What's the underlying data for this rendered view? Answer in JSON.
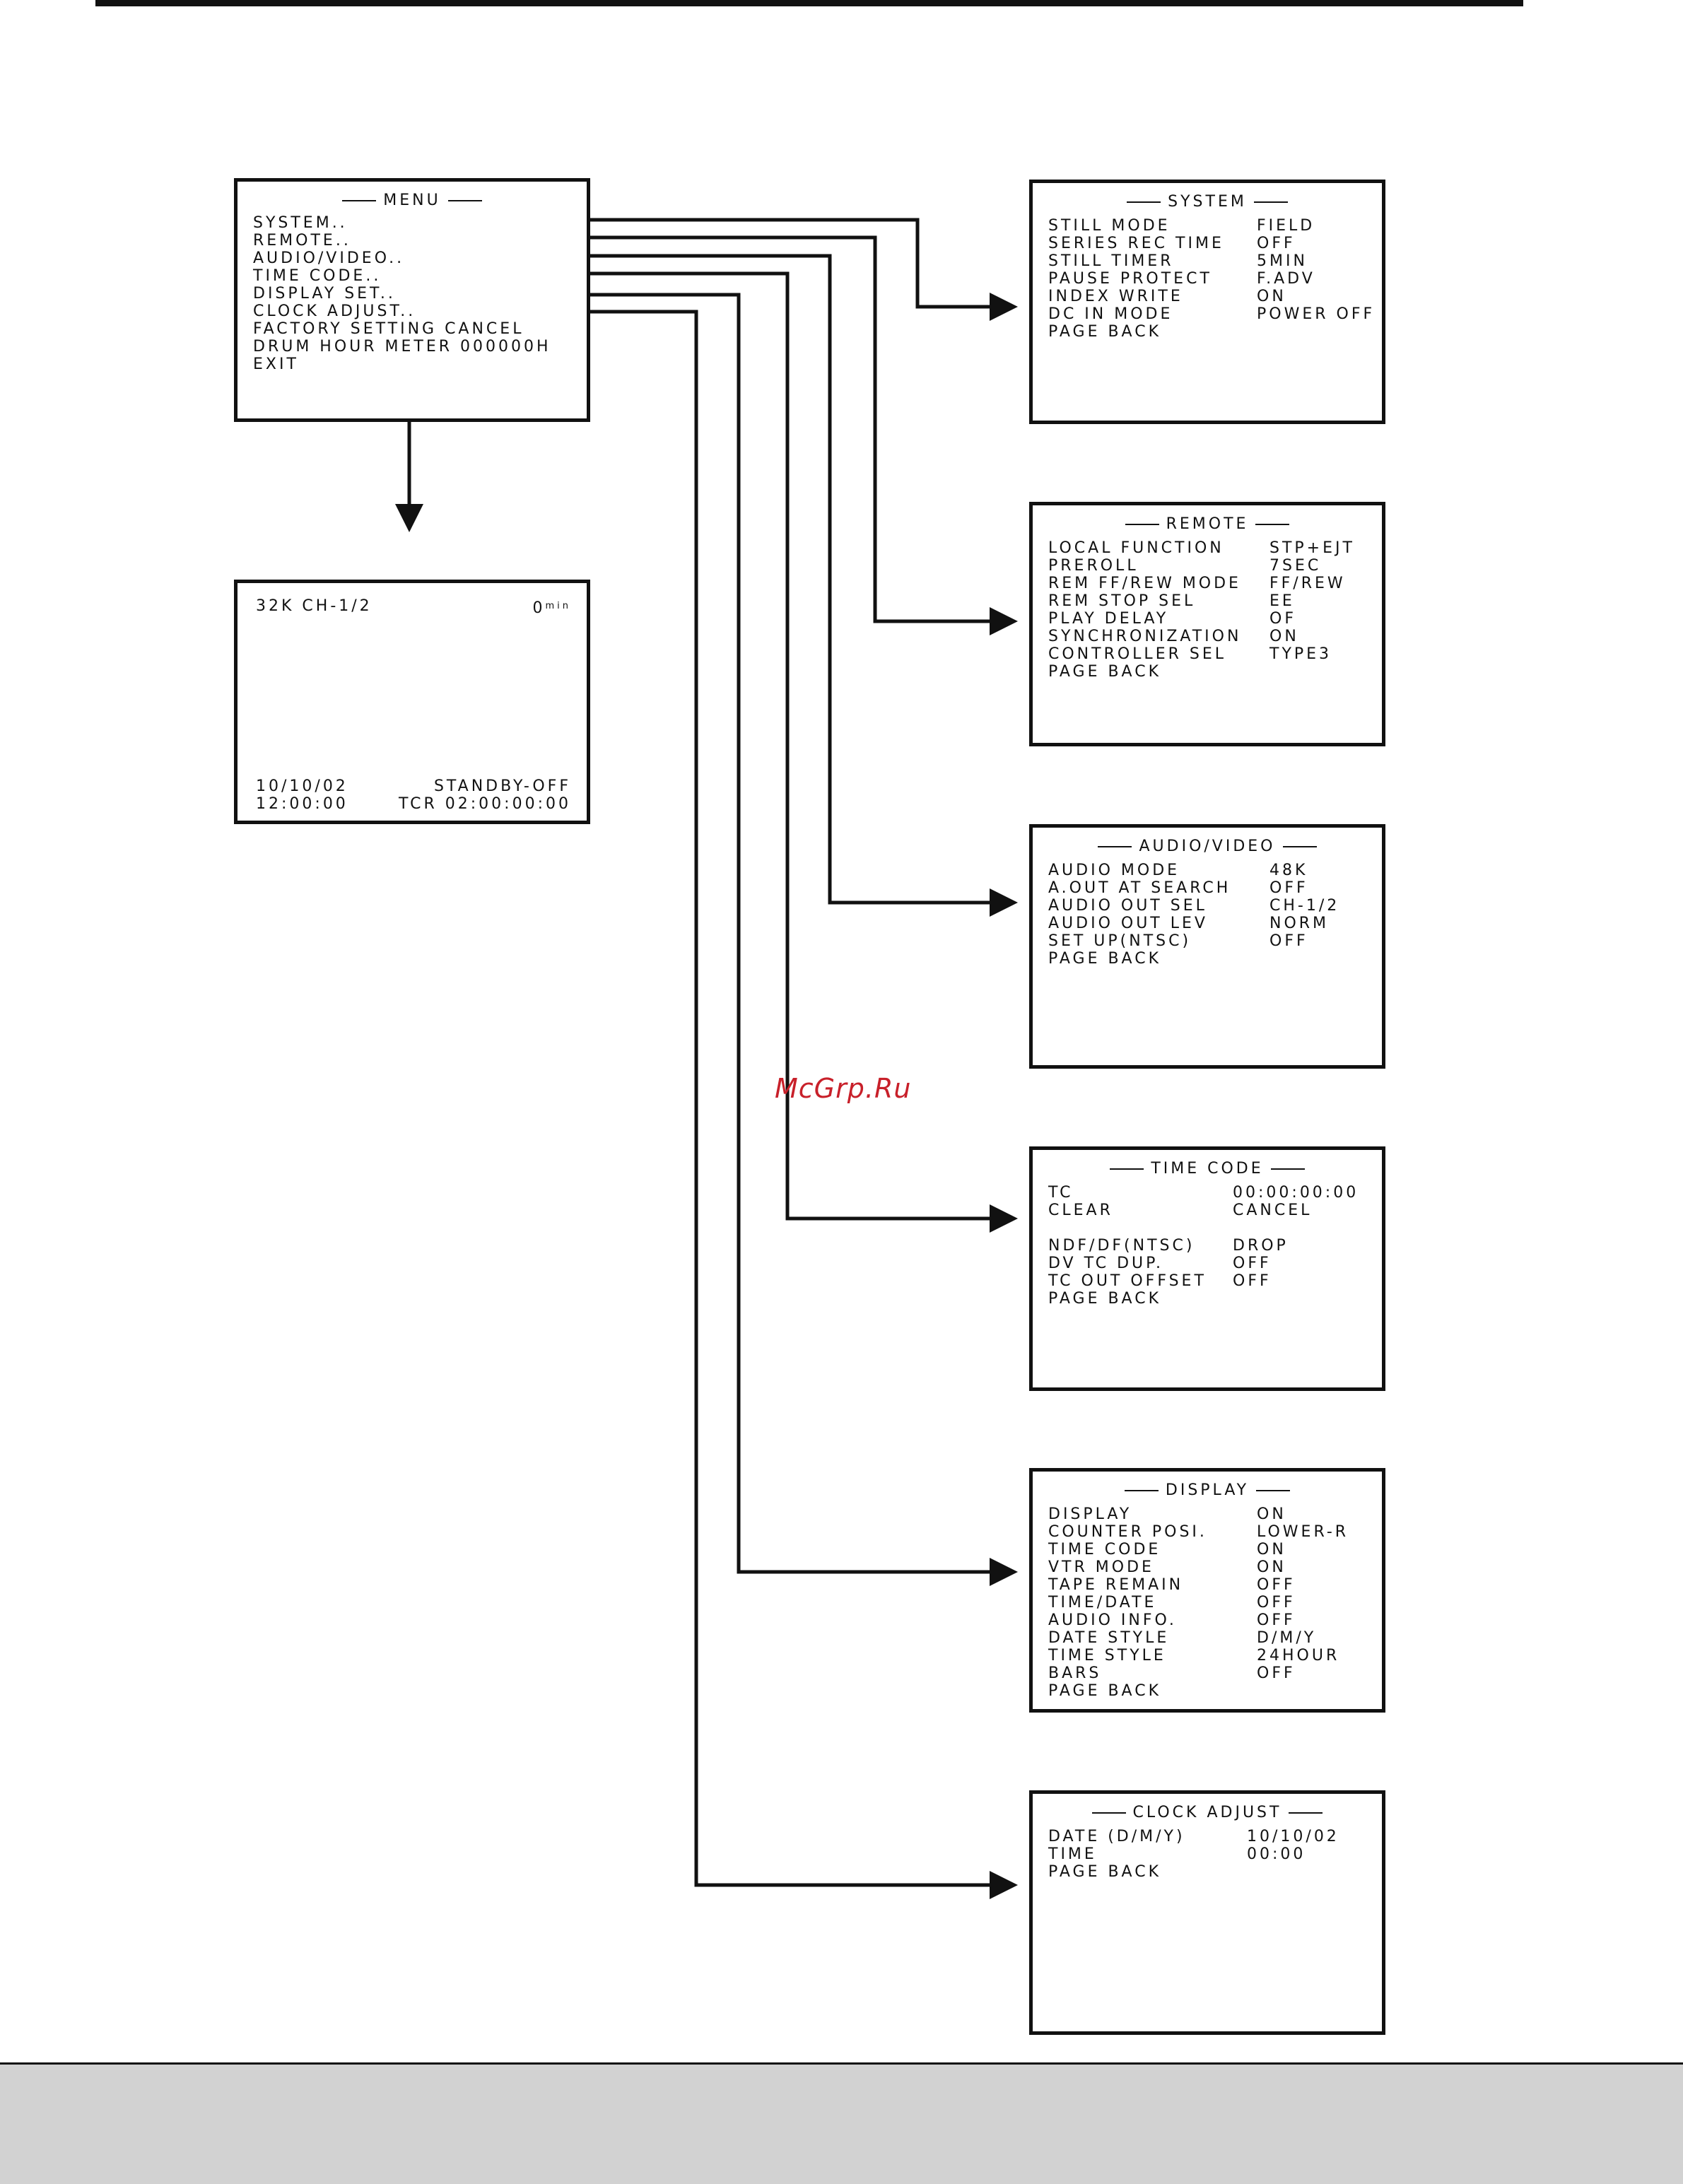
{
  "menu": {
    "title": "MENU",
    "items": [
      "SYSTEM..",
      "REMOTE..",
      "AUDIO/VIDEO..",
      "TIME CODE..",
      "DISPLAY SET..",
      "CLOCK ADJUST..",
      "FACTORY SETTING CANCEL",
      "DRUM HOUR METER 000000H",
      "EXIT"
    ]
  },
  "osd": {
    "top_left": "32K CH-1/2",
    "top_right_value": "0",
    "top_right_unit": "min",
    "bottom_left_1": "10/10/02",
    "bottom_left_2": "12:00:00",
    "bottom_right_1": "STANDBY-OFF",
    "bottom_right_2": "TCR 02:00:00:00"
  },
  "system": {
    "title": "SYSTEM",
    "rows": [
      {
        "k": "STILL MODE",
        "v": "FIELD"
      },
      {
        "k": "SERIES REC TIME",
        "v": "OFF"
      },
      {
        "k": "STILL TIMER",
        "v": "5MIN"
      },
      {
        "k": "PAUSE PROTECT",
        "v": "F.ADV"
      },
      {
        "k": "INDEX WRITE",
        "v": "ON"
      },
      {
        "k": "DC IN MODE",
        "v": "POWER OFF"
      },
      {
        "k": "PAGE BACK",
        "v": ""
      }
    ]
  },
  "remote": {
    "title": "REMOTE",
    "rows": [
      {
        "k": "LOCAL FUNCTION",
        "v": "STP+EJT"
      },
      {
        "k": "PREROLL",
        "v": "7SEC"
      },
      {
        "k": "REM FF/REW MODE",
        "v": "FF/REW"
      },
      {
        "k": "REM STOP SEL",
        "v": "EE"
      },
      {
        "k": "PLAY DELAY",
        "v": "OF"
      },
      {
        "k": "SYNCHRONIZATION",
        "v": "ON"
      },
      {
        "k": "CONTROLLER SEL",
        "v": "TYPE3"
      },
      {
        "k": "PAGE BACK",
        "v": ""
      }
    ]
  },
  "audio_video": {
    "title": "AUDIO/VIDEO",
    "rows": [
      {
        "k": "AUDIO MODE",
        "v": "48K"
      },
      {
        "k": "A.OUT AT SEARCH",
        "v": "OFF"
      },
      {
        "k": "AUDIO OUT SEL",
        "v": "CH-1/2"
      },
      {
        "k": "AUDIO OUT LEV",
        "v": "NORM"
      },
      {
        "k": "SET UP(NTSC)",
        "v": "OFF"
      },
      {
        "k": "PAGE BACK",
        "v": ""
      }
    ]
  },
  "time_code": {
    "title": "TIME CODE",
    "rows": [
      {
        "k": "TC",
        "v": "00:00:00:00"
      },
      {
        "k": "CLEAR",
        "v": "CANCEL"
      },
      {
        "k": "NDF/DF(NTSC)",
        "v": "DROP"
      },
      {
        "k": "DV TC DUP.",
        "v": "OFF"
      },
      {
        "k": "TC OUT OFFSET",
        "v": "OFF"
      },
      {
        "k": "PAGE BACK",
        "v": ""
      }
    ]
  },
  "display": {
    "title": "DISPLAY",
    "rows": [
      {
        "k": "DISPLAY",
        "v": "ON"
      },
      {
        "k": "COUNTER POSI.",
        "v": "LOWER-R"
      },
      {
        "k": "TIME CODE",
        "v": "ON"
      },
      {
        "k": "VTR MODE",
        "v": "ON"
      },
      {
        "k": "TAPE REMAIN",
        "v": "OFF"
      },
      {
        "k": "TIME/DATE",
        "v": "OFF"
      },
      {
        "k": "AUDIO INFO.",
        "v": "OFF"
      },
      {
        "k": "DATE STYLE",
        "v": "D/M/Y"
      },
      {
        "k": "TIME STYLE",
        "v": "24HOUR"
      },
      {
        "k": "BARS",
        "v": "OFF"
      },
      {
        "k": "PAGE BACK",
        "v": ""
      }
    ]
  },
  "clock_adjust": {
    "title": "CLOCK ADJUST",
    "rows": [
      {
        "k": "DATE (D/M/Y)",
        "v": "10/10/02"
      },
      {
        "k": "TIME",
        "v": "00:00"
      },
      {
        "k": "PAGE BACK",
        "v": ""
      }
    ]
  },
  "watermark": "McGrp.Ru"
}
